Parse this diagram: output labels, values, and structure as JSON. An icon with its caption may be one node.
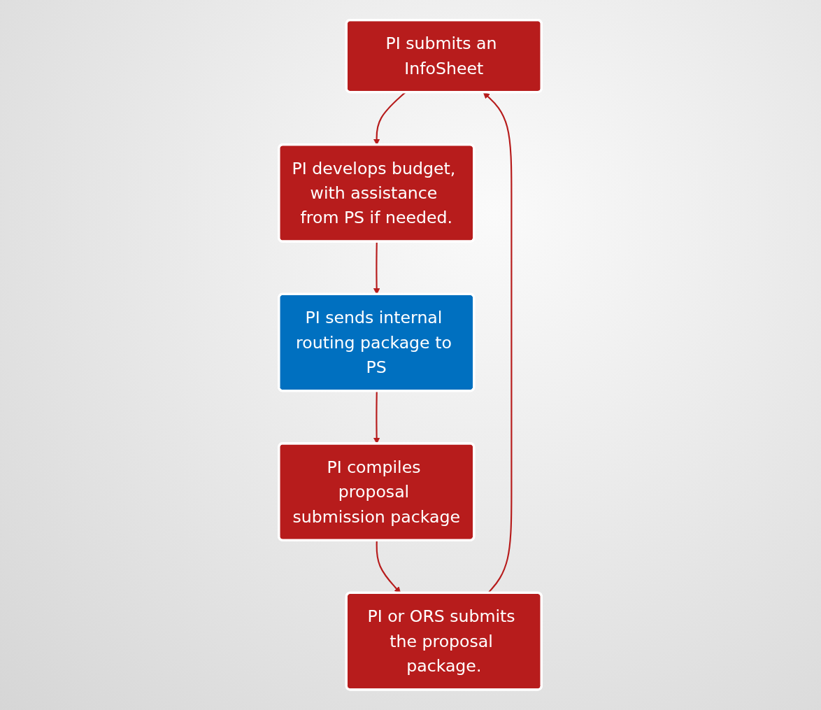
{
  "diagram": {
    "nodes": [
      {
        "text": [
          "PI submits an InfoSheet"
        ]
      },
      {
        "text": [
          "PI develops budget, with assistance from PS if needed."
        ]
      },
      {
        "text": [
          "PI sends internal routing package to PS"
        ]
      },
      {
        "text": [
          "PI compiles proposal submission package"
        ]
      },
      {
        "text": [
          "PI or ORS submits the proposal package."
        ]
      }
    ],
    "edges": [
      {
        "from": 0,
        "to": 1,
        "arrow": "to"
      },
      {
        "from": 1,
        "to": 2,
        "arrow": "to"
      },
      {
        "from": 2,
        "to": 3,
        "arrow": "to"
      },
      {
        "from": 3,
        "to": 4,
        "arrow": "to"
      },
      {
        "from": 4,
        "to": 0,
        "arrow": "to"
      }
    ]
  }
}
